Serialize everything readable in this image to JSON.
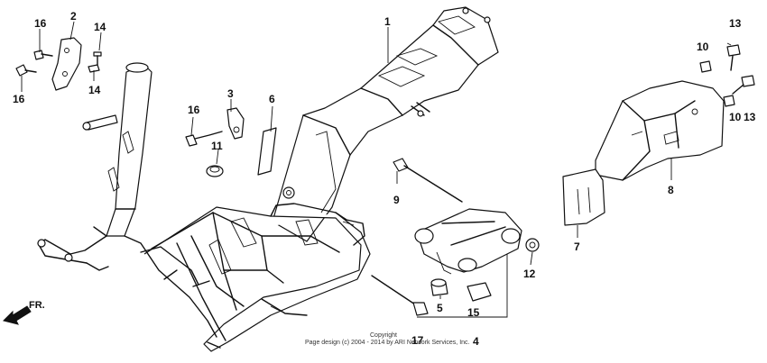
{
  "diagram": {
    "parts": [
      {
        "key": "p1",
        "label": "1"
      },
      {
        "key": "p2",
        "label": "2"
      },
      {
        "key": "p3",
        "label": "3"
      },
      {
        "key": "p4",
        "label": "4"
      },
      {
        "key": "p5",
        "label": "5"
      },
      {
        "key": "p6",
        "label": "6"
      },
      {
        "key": "p7",
        "label": "7"
      },
      {
        "key": "p8",
        "label": "8"
      },
      {
        "key": "p9",
        "label": "9"
      },
      {
        "key": "p10a",
        "label": "10"
      },
      {
        "key": "p10b",
        "label": "10"
      },
      {
        "key": "p11",
        "label": "11"
      },
      {
        "key": "p12",
        "label": "12"
      },
      {
        "key": "p13a",
        "label": "13"
      },
      {
        "key": "p13b",
        "label": "13"
      },
      {
        "key": "p14a",
        "label": "14"
      },
      {
        "key": "p14b",
        "label": "14"
      },
      {
        "key": "p15",
        "label": "15"
      },
      {
        "key": "p16a",
        "label": "16"
      },
      {
        "key": "p16b",
        "label": "16"
      },
      {
        "key": "p16c",
        "label": "16"
      },
      {
        "key": "p17",
        "label": "17"
      }
    ],
    "direction_label": "FR.",
    "copyright_title": "Copyright",
    "copyright_line": "Page design (c) 2004 - 2014 by ARI Network Services, Inc."
  }
}
